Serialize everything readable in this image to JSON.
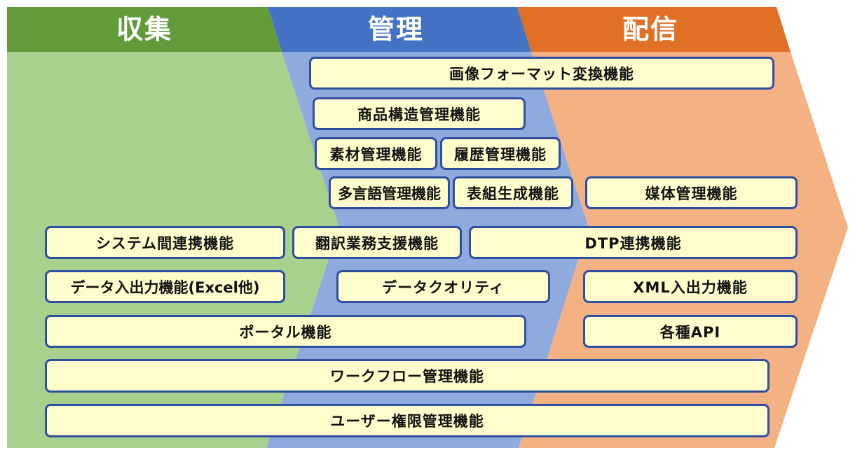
{
  "colors": {
    "collect_header": "#629c3a",
    "collect_body": "#a8d18d",
    "manage_header": "#4472c4",
    "manage_body": "#8faadc",
    "deliver_header": "#e07026",
    "deliver_body": "#f4b183",
    "box_fill": "#fffdcc",
    "box_border": "#2f4f9f"
  },
  "phases": [
    {
      "label": "収集"
    },
    {
      "label": "管理"
    },
    {
      "label": "配信"
    }
  ],
  "functions": {
    "image_format": "画像フォーマット変換機能",
    "product_structure": "商品構造管理機能",
    "material": "素材管理機能",
    "history": "履歴管理機能",
    "multilingual": "多言語管理機能",
    "table_gen": "表組生成機能",
    "media": "媒体管理機能",
    "system_link": "システム間連携機能",
    "translation": "翻訳業務支援機能",
    "dtp": "DTP連携機能",
    "data_io": "データ入出力機能(Excel他)",
    "data_quality": "データクオリティ",
    "xml_io": "XML入出力機能",
    "api": "各種API",
    "portal": "ポータル機能",
    "workflow": "ワークフロー管理機能",
    "user_perm": "ユーザー権限管理機能"
  }
}
